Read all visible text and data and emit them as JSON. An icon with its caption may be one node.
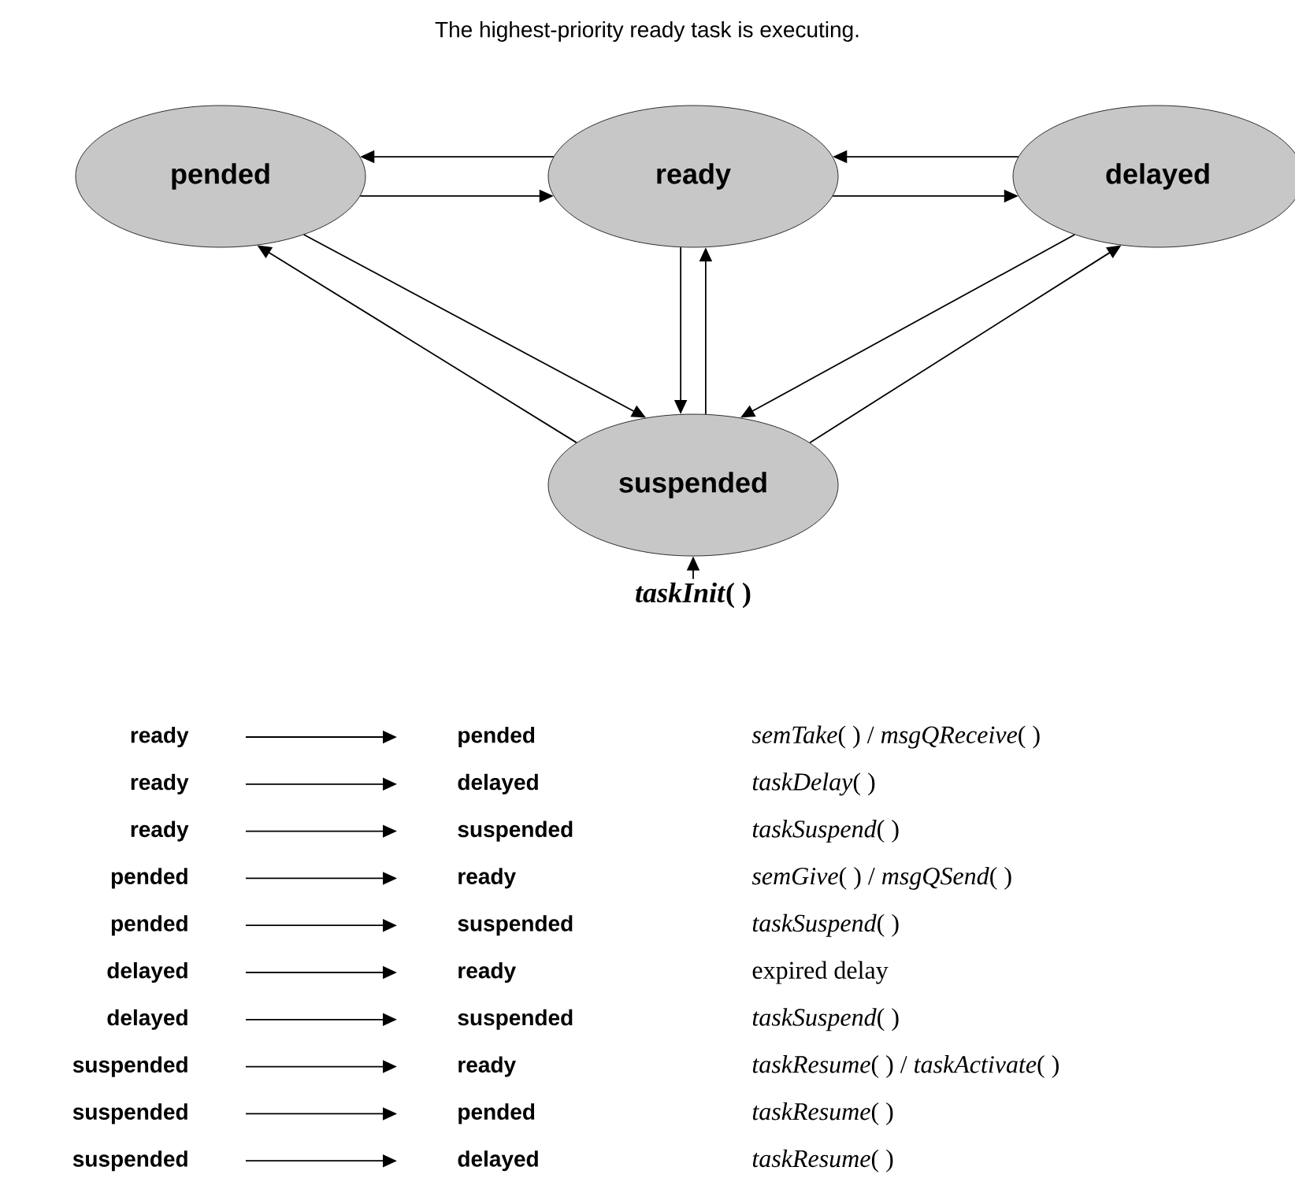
{
  "diagram": {
    "title": "The highest-priority ready task is executing.",
    "nodes": [
      {
        "text": [
          "pended"
        ]
      },
      {
        "text": [
          "ready"
        ]
      },
      {
        "text": [
          "delayed"
        ]
      },
      {
        "text": [
          "suspended"
        ]
      },
      {
        "text": [
          "*taskInit*( )"
        ]
      },
      {
        "text": [
          "ready"
        ]
      },
      {
        "text": [
          "pended"
        ]
      },
      {
        "text": [
          "ready"
        ]
      },
      {
        "text": [
          "delayed"
        ]
      },
      {
        "text": [
          "ready"
        ]
      },
      {
        "text": [
          "suspended"
        ]
      },
      {
        "text": [
          "pended"
        ]
      },
      {
        "text": [
          "ready"
        ]
      },
      {
        "text": [
          "pended"
        ]
      },
      {
        "text": [
          "suspended"
        ]
      },
      {
        "text": [
          "delayed"
        ]
      },
      {
        "text": [
          "ready"
        ]
      },
      {
        "text": [
          "delayed"
        ]
      },
      {
        "text": [
          "suspended"
        ]
      },
      {
        "text": [
          "suspended"
        ]
      },
      {
        "text": [
          "ready"
        ]
      },
      {
        "text": [
          "suspended"
        ]
      },
      {
        "text": [
          "pended"
        ]
      },
      {
        "text": [
          "suspended"
        ]
      },
      {
        "text": [
          "delayed"
        ]
      }
    ],
    "edges": [
      {
        "from": 1,
        "to": 0,
        "arrow": "to"
      },
      {
        "from": 0,
        "to": 1,
        "arrow": "to"
      },
      {
        "from": 2,
        "to": 1,
        "arrow": "to"
      },
      {
        "from": 1,
        "to": 2,
        "arrow": "to"
      },
      {
        "from": 3,
        "to": 0,
        "arrow": "to"
      },
      {
        "from": 0,
        "to": 3,
        "arrow": "to"
      },
      {
        "from": 1,
        "to": 3,
        "arrow": "to"
      },
      {
        "from": 3,
        "to": 1,
        "arrow": "to"
      },
      {
        "from": 2,
        "to": 3,
        "arrow": "to"
      },
      {
        "from": 3,
        "to": 2,
        "arrow": "to"
      },
      {
        "from": 4,
        "to": 3,
        "arrow": "to"
      },
      {
        "from": 5,
        "to": 6,
        "arrow": "to"
      },
      {
        "from": 7,
        "to": 8,
        "arrow": "to"
      },
      {
        "from": 9,
        "to": 10,
        "arrow": "to"
      },
      {
        "from": 11,
        "to": 12,
        "arrow": "to"
      },
      {
        "from": 13,
        "to": 14,
        "arrow": "to"
      },
      {
        "from": 15,
        "to": 16,
        "arrow": "to"
      },
      {
        "from": 17,
        "to": 18,
        "arrow": "to"
      },
      {
        "from": 19,
        "to": 20,
        "arrow": "to"
      },
      {
        "from": 21,
        "to": 22,
        "arrow": "to"
      },
      {
        "from": 23,
        "to": 24,
        "arrow": "to"
      }
    ],
    "labels": [
      "*semTake*( ) / *msgQReceive*( )",
      "*taskDelay*( )",
      "*taskSuspend*( )",
      "*semGive*( ) / *msgQSend*( )",
      "*taskSuspend*( )",
      "expired delay",
      "*taskSuspend*( )",
      "*taskResume*( ) / *taskActivate*( )",
      "*taskResume*( )",
      "*taskResume*( )"
    ]
  }
}
